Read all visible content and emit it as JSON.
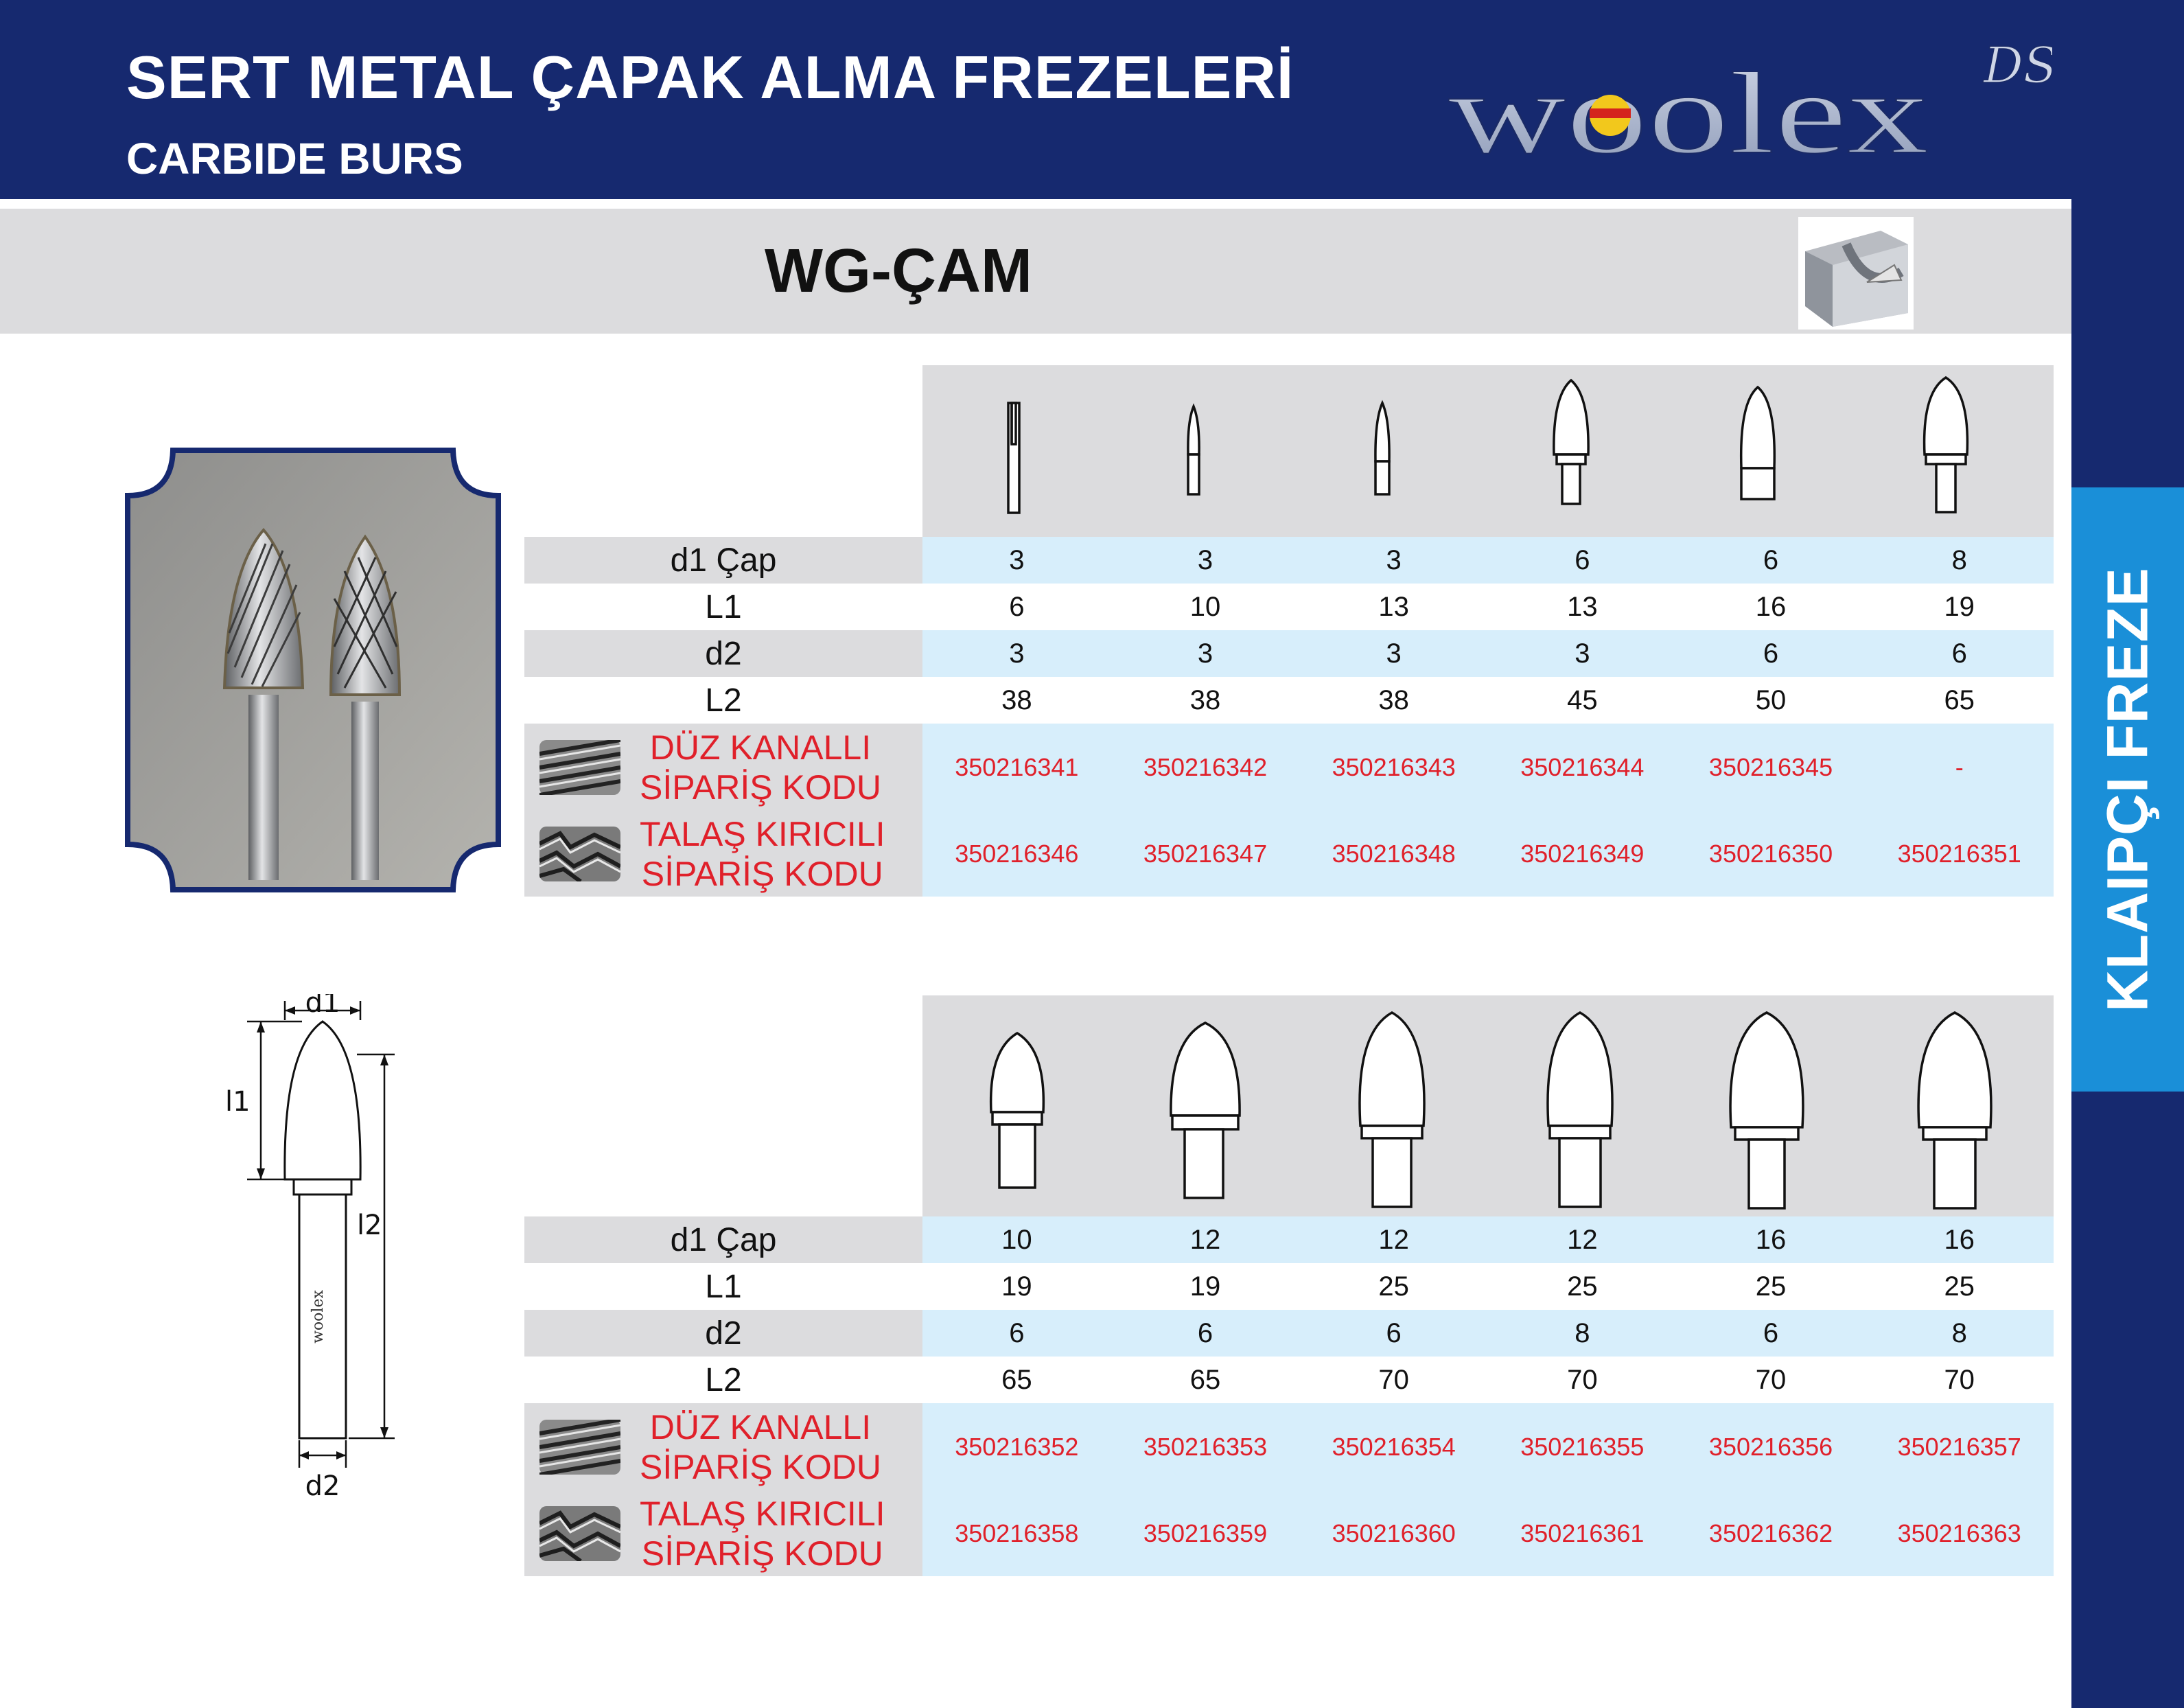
{
  "header": {
    "title": "SERT METAL ÇAPAK ALMA FREZELERİ",
    "subtitle": "CARBIDE BURS",
    "logo_text": "woolex",
    "logo_suffix": "DS"
  },
  "section_title": "WG-ÇAM",
  "side_tab": "KLAIPÇI FREZE",
  "drawing_labels": {
    "d1": "d1",
    "l1": "l1",
    "l2": "l2",
    "d2": "d2",
    "shank_logo": "woolex"
  },
  "row_labels": {
    "d1": "d1 Çap",
    "L1": "L1",
    "d2": "d2",
    "L2": "L2",
    "straight_line1": "DÜZ KANALLI",
    "straight_line2": "SİPARİŞ KODU",
    "chip_line1": "TALAŞ KIRICILI",
    "chip_line2": "SİPARİŞ KODU"
  },
  "tables": [
    {
      "d1": [
        "3",
        "3",
        "3",
        "6",
        "6",
        "8"
      ],
      "L1": [
        "6",
        "10",
        "13",
        "13",
        "16",
        "19"
      ],
      "d2": [
        "3",
        "3",
        "3",
        "3",
        "6",
        "6"
      ],
      "L2": [
        "38",
        "38",
        "38",
        "45",
        "50",
        "65"
      ],
      "straight_codes": [
        "350216341",
        "350216342",
        "350216343",
        "350216344",
        "350216345",
        "-"
      ],
      "chipbreaker_codes": [
        "350216346",
        "350216347",
        "350216348",
        "350216349",
        "350216350",
        "350216351"
      ]
    },
    {
      "d1": [
        "10",
        "12",
        "12",
        "12",
        "16",
        "16"
      ],
      "L1": [
        "19",
        "19",
        "25",
        "25",
        "25",
        "25"
      ],
      "d2": [
        "6",
        "6",
        "6",
        "8",
        "6",
        "8"
      ],
      "L2": [
        "65",
        "65",
        "70",
        "70",
        "70",
        "70"
      ],
      "straight_codes": [
        "350216352",
        "350216353",
        "350216354",
        "350216355",
        "350216356",
        "350216357"
      ],
      "chipbreaker_codes": [
        "350216358",
        "350216359",
        "350216360",
        "350216361",
        "350216362",
        "350216363"
      ]
    }
  ],
  "colors": {
    "header_blue": "#16296f",
    "side_tab_blue": "#1a8fd8",
    "code_red": "#e0202a",
    "row_grey": "#dcdcde",
    "cell_lightblue": "#d7eefb"
  }
}
